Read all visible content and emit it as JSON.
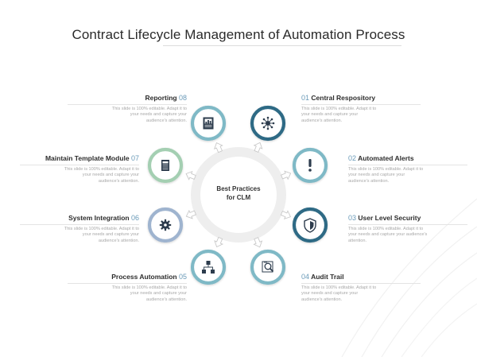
{
  "title": "Contract Lifecycle Management of Automation Process",
  "center": {
    "line1": "Best Practices",
    "line2": "for CLM"
  },
  "colors": {
    "teal_dark": "#2f6a85",
    "teal_light": "#7fb9c6",
    "green_soft": "#a4cfb2",
    "blue_soft": "#9fb4cf",
    "icon_fill": "#2d3c4d",
    "accent": "#6a9ab8"
  },
  "items": [
    {
      "num": "01",
      "label": "Central Respository",
      "icon": "network-hub-icon",
      "desc1": "This slide is 100% editable. Adapt it to",
      "desc2": "your needs and capture your",
      "desc3": "audience's attention."
    },
    {
      "num": "02",
      "label": "Automated Alerts",
      "icon": "exclamation-icon",
      "desc1": "This slide is 100% editable. Adapt it to",
      "desc2": "your needs and capture your",
      "desc3": "audience's attention."
    },
    {
      "num": "03",
      "label": "User Level Security",
      "icon": "shield-icon",
      "desc1": "This slide is 100% editable. Adapt it to",
      "desc2": "your needs and capture your audience's",
      "desc3": "attention."
    },
    {
      "num": "04",
      "label": "Audit Trail",
      "icon": "magnifier-document-icon",
      "desc1": "This slide is 100% editable. Adapt it to",
      "desc2": "your needs and capture your",
      "desc3": "audience's attention."
    },
    {
      "num": "05",
      "label": "Process Automation",
      "icon": "workflow-icon",
      "desc1": "This slide is 100% editable. Adapt it to",
      "desc2": "your needs and capture your",
      "desc3": "audience's attention."
    },
    {
      "num": "06",
      "label": "System Integration",
      "icon": "gear-icon",
      "desc1": "This slide is 100% editable. Adapt it to",
      "desc2": "your needs and capture your",
      "desc3": "audience's attention."
    },
    {
      "num": "07",
      "label": "Maintain Template Module",
      "icon": "document-icon",
      "desc1": "This slide is 100% editable. Adapt it to",
      "desc2": "your needs and capture your",
      "desc3": "audience's attention."
    },
    {
      "num": "08",
      "label": "Reporting",
      "icon": "report-icon",
      "desc1": "This slide is 100% editable. Adapt it to",
      "desc2": "your needs and capture your",
      "desc3": "audience's attention."
    }
  ]
}
